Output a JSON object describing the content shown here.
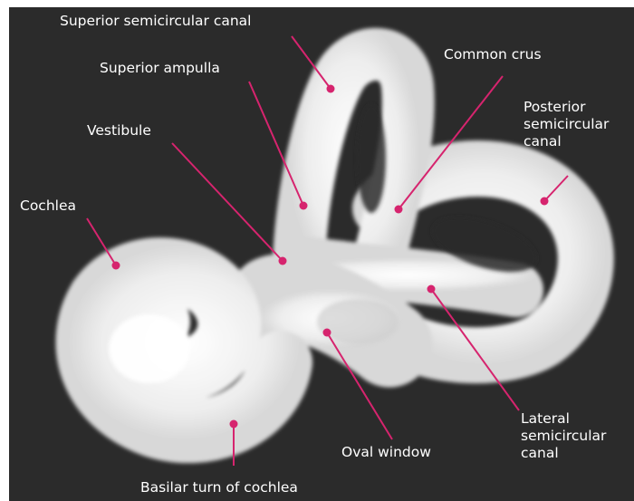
{
  "colors": {
    "background": "#2b2b2b",
    "specimen": "#f2f2f2",
    "leader": "#d6246e",
    "label_text": "#ffffff"
  },
  "labels": {
    "superior_semicircular_canal": "Superior semicircular canal",
    "superior_ampulla": "Superior ampulla",
    "common_crus": "Common crus",
    "posterior_semicircular_canal": [
      "Posterior",
      "semicircular",
      "canal"
    ],
    "vestibule": "Vestibule",
    "cochlea": "Cochlea",
    "oval_window": "Oval window",
    "lateral_semicircular_canal": [
      "Lateral",
      "semicircular",
      "canal"
    ],
    "basilar_turn_of_cochlea": "Basilar turn of cochlea"
  }
}
